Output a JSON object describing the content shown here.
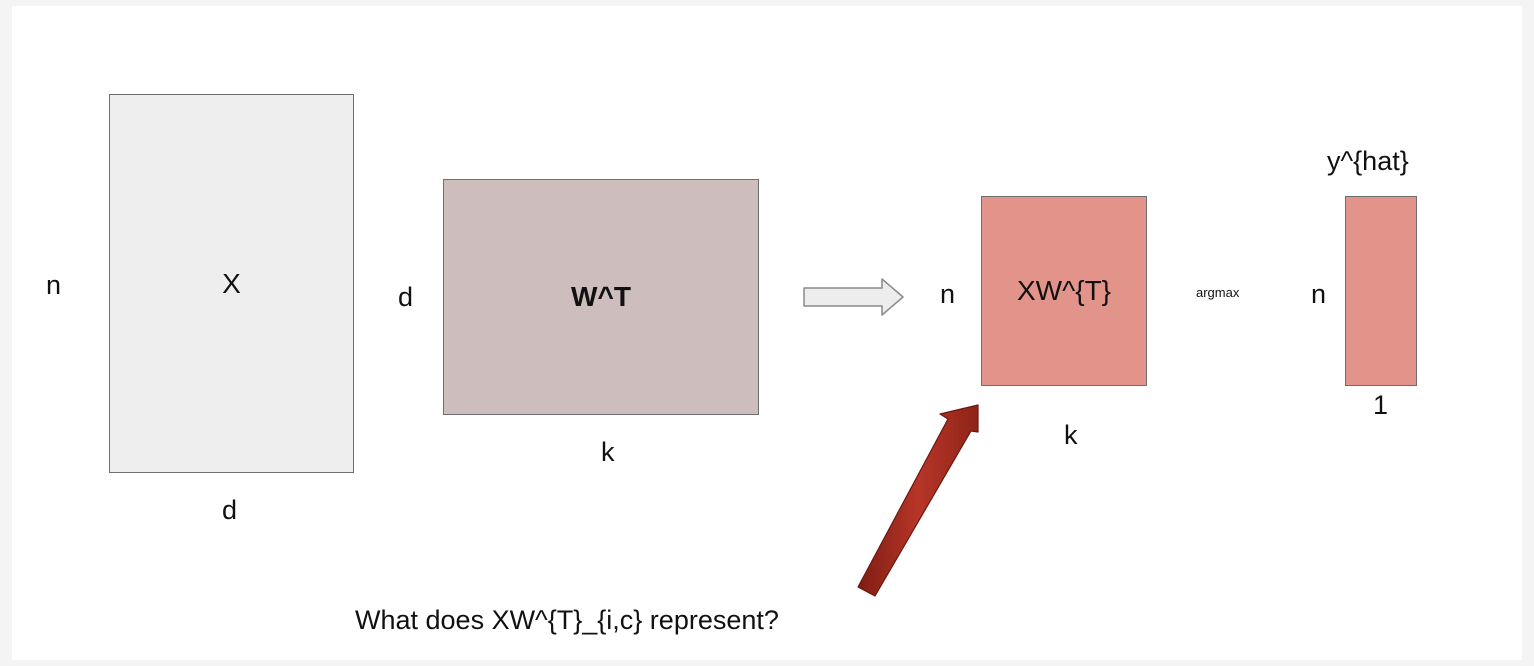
{
  "colors": {
    "x_fill": "#eeeeee",
    "w_fill": "#cdbdbd",
    "xw_fill": "#e2938a",
    "yhat_fill": "#e2938a",
    "arrow_red": "#b73528",
    "arrow_red_dark": "#7e1d13",
    "arrow_gray": "#ededed"
  },
  "matrix_x": {
    "label": "X",
    "rows_label": "n",
    "cols_label": "d"
  },
  "matrix_w": {
    "label": "W^T",
    "rows_label": "d",
    "cols_label": "k"
  },
  "matrix_xw": {
    "label": "XW^{T}",
    "rows_label": "n",
    "cols_label": "k"
  },
  "operation": {
    "label": "argmax"
  },
  "matrix_yhat": {
    "title": "y^{hat}",
    "rows_label": "n",
    "cols_label": "1"
  },
  "question": {
    "text": "What does XW^{T}_{i,c} represent?"
  },
  "icons": {
    "map_arrow": "right-arrow-icon",
    "pointer_arrow": "pointer-arrow-icon"
  }
}
